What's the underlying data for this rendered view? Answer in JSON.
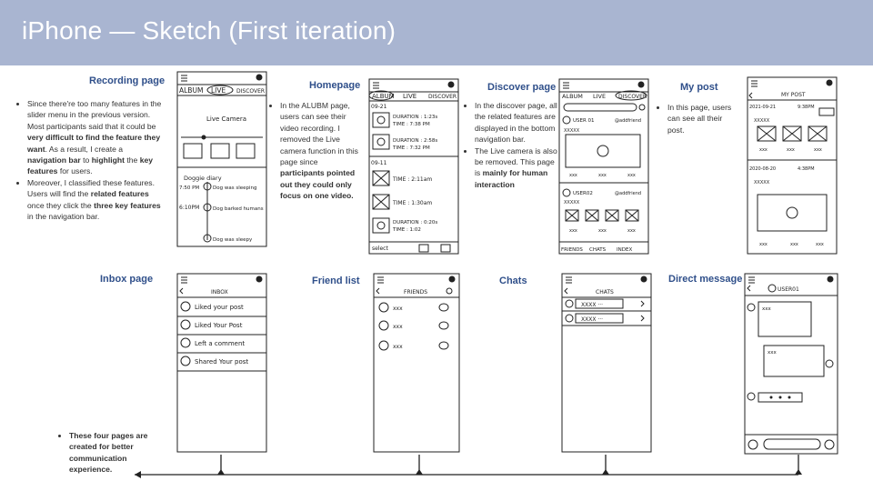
{
  "header": {
    "title": "iPhone — Sketch (First iteration)"
  },
  "pages": {
    "recording": {
      "title": "Recording page"
    },
    "homepage": {
      "title": "Homepage"
    },
    "discover": {
      "title": "Discover page"
    },
    "mypost": {
      "title": "My post"
    },
    "inbox": {
      "title": "Inbox page"
    },
    "friends": {
      "title": "Friend list"
    },
    "chats": {
      "title": "Chats"
    },
    "dm": {
      "title": "Direct message"
    }
  },
  "notes": {
    "recording_1_a": "Since there're too many features in the slider menu in the previous version. Most participants said that it could be ",
    "recording_1_b": "very difficult to find the feature they want",
    "recording_1_c": ". As a result, I create a ",
    "recording_1_d": "navigation bar",
    "recording_1_e": " to ",
    "recording_1_f": "highlight",
    "recording_1_g": " the ",
    "recording_1_h": "key features",
    "recording_1_i": " for users.",
    "recording_2_a": "Moreover, I classified these features. Users will   find the ",
    "recording_2_b": "related features",
    "recording_2_c": " once they click the ",
    "recording_2_d": "three key features",
    "recording_2_e": " in the navigation bar.",
    "homepage_a": "In the ALUBM page, users can see their video recording. I removed the Live camera function in this page since ",
    "homepage_b": "participants pointed out they could only focus on one video.",
    "discover_1": "In the discover page, all the related features are displayed in the bottom navigation bar.",
    "discover_2_a": "The Live camera is also be removed. This page is ",
    "discover_2_b": "mainly for human interaction",
    "mypost": "In this page, users can see all their post.",
    "communication": "These four pages are created for better communication experience."
  },
  "sketch_text": {
    "album": "ALBUM",
    "live": "LIVE",
    "discover": "DISCOVER",
    "live_camera": "Live Camera",
    "diary": "Doggie diary",
    "rec_1_time": "7:50 PM",
    "rec_1_text": "Dog was sleeping",
    "rec_2_time": "6:10PM",
    "rec_2_text": "Dog barked humans",
    "rec_3_text": "Dog was sleepy",
    "album_date_1": "09-21",
    "album_date_2": "09-11",
    "dur_1": "DURATION : 1:23s",
    "time_1": "TIME : 7:38 PM",
    "dur_2": "DURATION : 2:58s",
    "time_2": "TIME : 7:32 PM",
    "time_3": "TIME : 2:11am",
    "time_4": "TIME : 1:30am",
    "dur_5": "DURATION : 0:20s",
    "time_5": "TIME : 1:02",
    "select": "select",
    "user01": "USER 01",
    "user02": "USER02",
    "add_friend": "@addfriend",
    "xxxxx": "XXXXX",
    "xx": "xxx",
    "friends_tab": "FRIENDS",
    "chats_tab": "CHATS",
    "index_tab": "INDEX",
    "my_post": "MY POST",
    "post_date_1": "2021-09-21",
    "post_time_1": "9:38PM",
    "post_date_2": "2020-08-20",
    "post_time_2": "4:38PM",
    "inbox": "INBOX",
    "inbox_1": "Liked your post",
    "inbox_2": "Liked Your Post",
    "inbox_3": "Left a comment",
    "inbox_4": "Shared Your post",
    "friends": "FRIENDS",
    "chats": "CHATS",
    "user01_dm": "USER01",
    "chat_item": "XXXX ···"
  }
}
